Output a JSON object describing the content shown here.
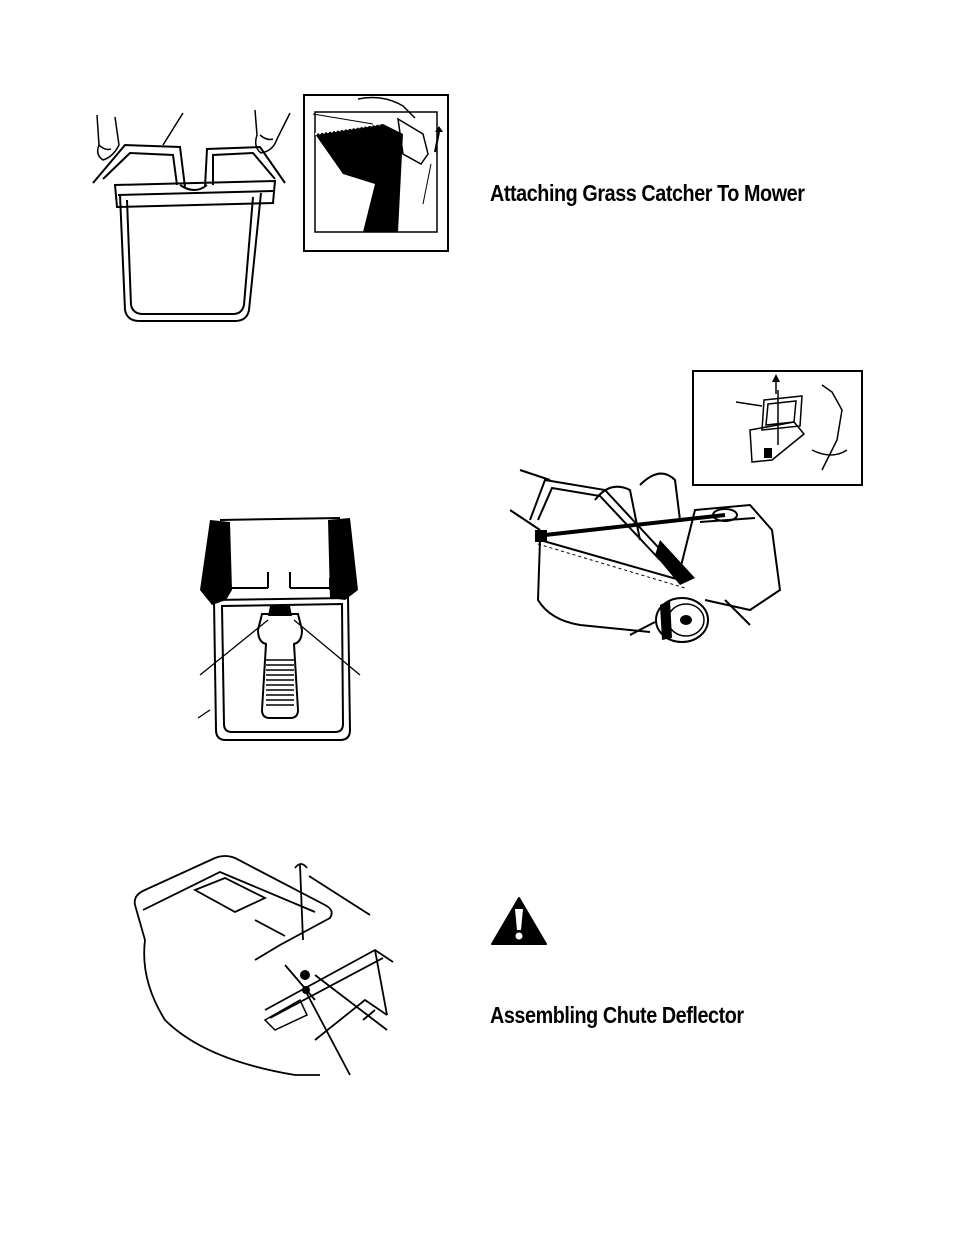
{
  "headings": {
    "attach": "Attaching Grass Catcher To Mower",
    "chute": "Assembling Chute Deflector"
  },
  "figures": [
    {
      "name": "grass-bag-frame-figure"
    },
    {
      "name": "bag-clip-detail-figure"
    },
    {
      "name": "catcher-top-view-figure"
    },
    {
      "name": "catcher-handle-figure"
    },
    {
      "name": "attach-catcher-figure"
    },
    {
      "name": "hook-detail-figure"
    }
  ],
  "icons": {
    "warning": "warning-triangle-icon"
  },
  "colors": {
    "ink": "#000000",
    "paper": "#ffffff"
  }
}
